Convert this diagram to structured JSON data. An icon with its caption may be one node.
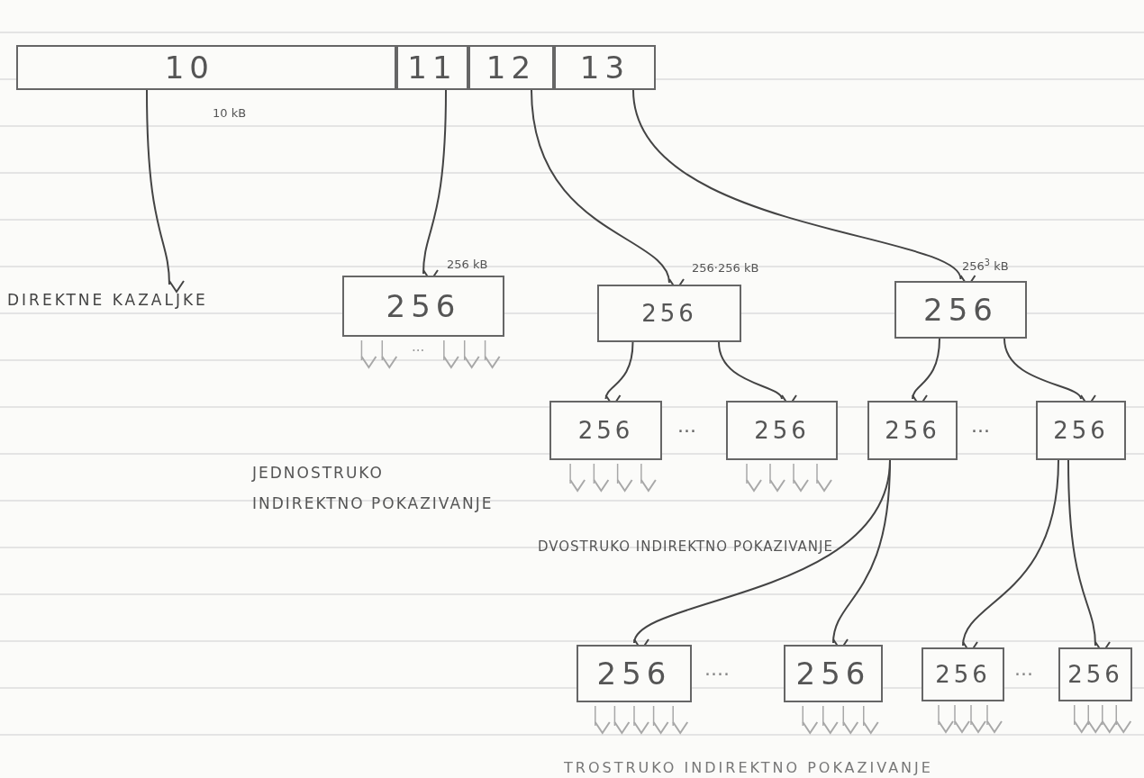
{
  "diagram": {
    "nodes": [
      {
        "text": [
          "10"
        ],
        "beside": [
          "10 kB"
        ]
      },
      {
        "text": [
          "11"
        ]
      },
      {
        "text": [
          "12"
        ]
      },
      {
        "text": [
          "13"
        ]
      },
      {
        "text": [
          "DIREKTNE KAZALJKE"
        ]
      },
      {
        "text": [
          "256"
        ],
        "beside": [
          "256 kB"
        ]
      },
      {
        "text": [
          "256"
        ],
        "beside": [
          "256·256 kB"
        ]
      },
      {
        "text": [
          "256"
        ],
        "beside": [
          "256$^{3}$ kB"
        ]
      },
      {
        "text": [
          "256"
        ]
      },
      {
        "text": [
          "256"
        ]
      },
      {
        "text": [
          "256"
        ]
      },
      {
        "text": [
          "256"
        ]
      },
      {
        "text": [
          "256"
        ]
      },
      {
        "text": [
          "256"
        ]
      },
      {
        "text": [
          "256"
        ]
      },
      {
        "text": [
          "256"
        ]
      }
    ],
    "edges": [
      {
        "from": 0,
        "to": 4,
        "arrow": "to",
        "color": "#444444"
      },
      {
        "from": 1,
        "to": 5,
        "arrow": "to",
        "color": "#444444"
      },
      {
        "from": 2,
        "to": 6,
        "arrow": "to",
        "color": "#444444"
      },
      {
        "from": 3,
        "to": 7,
        "arrow": "to",
        "color": "#444444"
      },
      {
        "from": 6,
        "to": 8,
        "arrow": "to",
        "color": "#444444"
      },
      {
        "from": 6,
        "to": 9,
        "arrow": "to",
        "color": "#444444"
      },
      {
        "from": 7,
        "to": 10,
        "arrow": "to",
        "color": "#444444"
      },
      {
        "from": 7,
        "to": 11,
        "arrow": "to",
        "color": "#444444"
      },
      {
        "from": 10,
        "to": 12,
        "arrow": "to",
        "color": "#444444"
      },
      {
        "from": 10,
        "to": 13,
        "arrow": "to",
        "color": "#444444"
      },
      {
        "from": 11,
        "to": 14,
        "arrow": "to",
        "color": "#444444"
      },
      {
        "from": 11,
        "to": 15,
        "arrow": "to",
        "color": "#444444"
      },
      {
        "from": 5,
        "to": null,
        "arrow": "to"
      },
      {
        "from": 5,
        "to": null,
        "arrow": "to"
      },
      {
        "from": 5,
        "to": null,
        "arrow": "to"
      },
      {
        "from": 5,
        "to": null,
        "arrow": "to"
      },
      {
        "from": 5,
        "to": null,
        "arrow": "to"
      },
      {
        "from": 8,
        "to": null,
        "arrow": "to"
      },
      {
        "from": 8,
        "to": null,
        "arrow": "to"
      },
      {
        "from": 8,
        "to": null,
        "arrow": "to"
      },
      {
        "from": 8,
        "to": null,
        "arrow": "to"
      },
      {
        "from": 9,
        "to": null,
        "arrow": "to"
      },
      {
        "from": 9,
        "to": null,
        "arrow": "to"
      },
      {
        "from": 9,
        "to": null,
        "arrow": "to"
      },
      {
        "from": 9,
        "to": null,
        "arrow": "to"
      },
      {
        "from": 12,
        "to": null,
        "arrow": "to"
      },
      {
        "from": 12,
        "to": null,
        "arrow": "to"
      },
      {
        "from": 12,
        "to": null,
        "arrow": "to"
      },
      {
        "from": 12,
        "to": null,
        "arrow": "to"
      },
      {
        "from": 12,
        "to": null,
        "arrow": "to"
      },
      {
        "from": 13,
        "to": null,
        "arrow": "to"
      },
      {
        "from": 13,
        "to": null,
        "arrow": "to"
      },
      {
        "from": 13,
        "to": null,
        "arrow": "to"
      },
      {
        "from": 13,
        "to": null,
        "arrow": "to"
      },
      {
        "from": 14,
        "to": null,
        "arrow": "to"
      },
      {
        "from": 14,
        "to": null,
        "arrow": "to"
      },
      {
        "from": 14,
        "to": null,
        "arrow": "to"
      },
      {
        "from": 14,
        "to": null,
        "arrow": "to"
      },
      {
        "from": 15,
        "to": null,
        "arrow": "to"
      },
      {
        "from": 15,
        "to": null,
        "arrow": "to"
      },
      {
        "from": 15,
        "to": null,
        "arrow": "to"
      },
      {
        "from": 15,
        "to": null,
        "arrow": "to"
      }
    ],
    "labels": [
      "...",
      "JEDNOSTRUKO INDIREKTNO POKAZIVANJE",
      "···",
      "···",
      "DVOSTRUKO INDIREKTNO POKAZIVANJE",
      "····",
      "···",
      "TROSTRUKO INDIREKTNO POKAZIVANJE"
    ]
  }
}
